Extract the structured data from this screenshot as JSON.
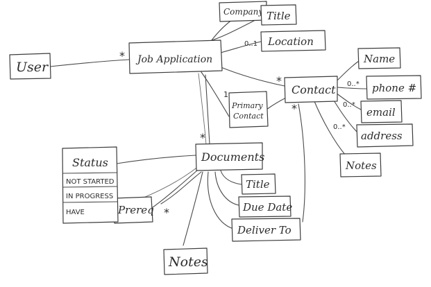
{
  "entities": {
    "user": "User",
    "job_application": "Job Application",
    "company": "Company",
    "title": "Title",
    "location": "Location",
    "contact": "Contact",
    "name": "Name",
    "phone": "phone #",
    "email": "email",
    "address": "address",
    "primary_contact": [
      "Primary",
      "Contact"
    ],
    "documents": "Documents",
    "doc_title": "Title",
    "due_date": "Due Date",
    "deliver_to": "Deliver To",
    "contact_notes": "Notes",
    "doc_notes": "Notes",
    "prereq": "Prereq"
  },
  "status": {
    "header": "Status",
    "values": [
      "NOT STARTED",
      "IN PROGRESS",
      "HAVE"
    ]
  },
  "multiplicities": {
    "user_job": "*",
    "job_location": "0..1",
    "job_primary": "1",
    "job_contact": "*",
    "job_documents": "*",
    "contact_phone": "0..*",
    "contact_email": "0..*",
    "contact_address": "0..*",
    "contact_deliver": "*",
    "prereq_documents": "*"
  }
}
